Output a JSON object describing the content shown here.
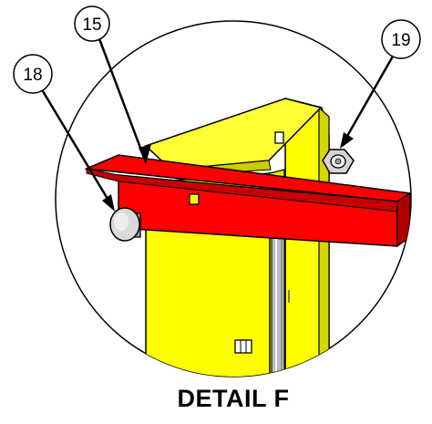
{
  "colors": {
    "bracket_yellow": "#ffff00",
    "bracket_shade": "#cccc00",
    "bar_red": "#ff0000",
    "bar_dark": "#c40000",
    "hardware_gray": "#cfcfcf",
    "line": "#000000"
  },
  "callouts": [
    {
      "id": "callout-15",
      "label": "15",
      "points_to": "red-angle-bar"
    },
    {
      "id": "callout-18",
      "label": "18",
      "points_to": "carriage-bolt-head"
    },
    {
      "id": "callout-19",
      "label": "19",
      "points_to": "hex-nut"
    }
  ],
  "caption": "DETAIL F"
}
